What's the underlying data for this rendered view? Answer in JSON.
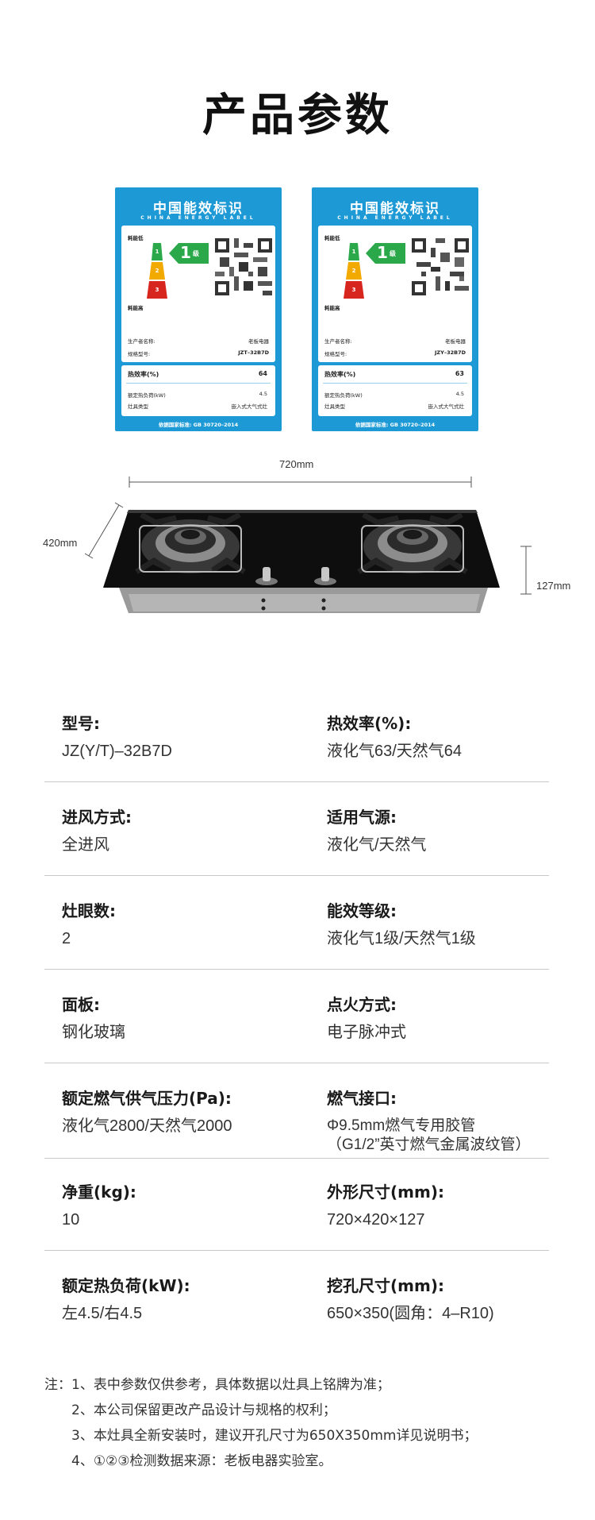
{
  "page_title": "产品参数",
  "energy_labels": [
    {
      "title": "中国能效标识",
      "subtitle": "CHINA ENERGY LABEL",
      "low_label": "耗能低",
      "high_label": "耗能高",
      "grade": "1",
      "grade_suffix": "级",
      "levels": [
        "1",
        "2",
        "3"
      ],
      "producer_label": "生产者名称:",
      "producer_value": "老板电器",
      "model_label": "规格型号:",
      "model_value": "JZT–32B7D",
      "efficiency_label": "热效率(%)",
      "efficiency_value": "64",
      "load_label": "额定热负荷(kW)",
      "load_value": "4.5",
      "type_label": "灶具类型",
      "type_value": "嵌入式大气式灶",
      "standard": "依据国家标准: GB 30720–2014"
    },
    {
      "title": "中国能效标识",
      "subtitle": "CHINA ENERGY LABEL",
      "low_label": "耗能低",
      "high_label": "耗能高",
      "grade": "1",
      "grade_suffix": "级",
      "levels": [
        "1",
        "2",
        "3"
      ],
      "producer_label": "生产者名称:",
      "producer_value": "老板电器",
      "model_label": "规格型号:",
      "model_value": "JZY–32B7D",
      "efficiency_label": "热效率(%)",
      "efficiency_value": "63",
      "load_label": "额定热负荷(kW)",
      "load_value": "4.5",
      "type_label": "灶具类型",
      "type_value": "嵌入式大气式灶",
      "standard": "依据国家标准: GB 30720–2014"
    }
  ],
  "dimensions": {
    "width": "720mm",
    "depth": "420mm",
    "height": "127mm"
  },
  "specs": [
    {
      "left_label": "型号:",
      "left_value": "JZ(Y/T)–32B7D",
      "right_label": "热效率(%):",
      "right_value": "液化气63/天然气64"
    },
    {
      "left_label": "进风方式:",
      "left_value": "全进风",
      "right_label": "适用气源:",
      "right_value": "液化气/天然气"
    },
    {
      "left_label": "灶眼数:",
      "left_value": "2",
      "right_label": "能效等级:",
      "right_value": "液化气1级/天然气1级"
    },
    {
      "left_label": "面板:",
      "left_value": "钢化玻璃",
      "right_label": "点火方式:",
      "right_value": "电子脉冲式"
    },
    {
      "left_label": "额定燃气供气压力(Pa):",
      "left_value": "液化气2800/天然气2000",
      "right_label": "燃气接口:",
      "right_value": "Φ9.5mm燃气专用胶管\n（G1/2”英寸燃气金属波纹管）"
    },
    {
      "left_label": "净重(kg):",
      "left_value": "10",
      "right_label": "外形尺寸(mm):",
      "right_value": "720×420×127"
    },
    {
      "left_label": "额定热负荷(kW):",
      "left_value": "左4.5/右4.5",
      "right_label": "挖孔尺寸(mm):",
      "right_value": "650×350(圆角：4–R10)"
    }
  ],
  "notes": [
    "注：1、表中参数仅供参考，具体数据以灶具上铭牌为准；",
    "2、本公司保留更改产品设计与规格的权利；",
    "3、本灶具全新安装时，建议开孔尺寸为650X350mm详见说明书；",
    "4、①②③检测数据来源：老板电器实验室。"
  ],
  "colors": {
    "label_blue": "#1d9ad6",
    "level1": "#2aa84a",
    "level2": "#f2a900",
    "level3": "#d7261e",
    "divider": "#c8c8c8"
  }
}
